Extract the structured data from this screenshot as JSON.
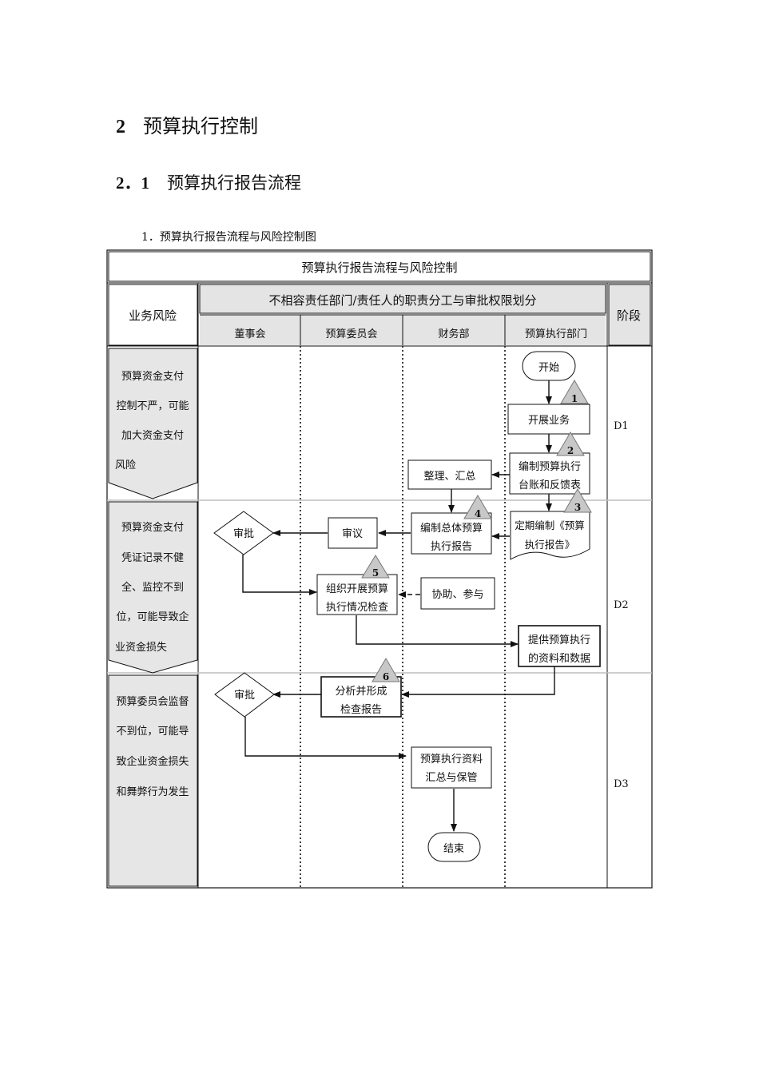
{
  "headings": {
    "section_num": "2",
    "section_title": "预算执行控制",
    "subsection_num": "2．1",
    "subsection_title": "预算执行报告流程",
    "figure_caption": "1．预算执行报告流程与风险控制图"
  },
  "table": {
    "title": "预算执行报告流程与风险控制",
    "risk_header": "业务风险",
    "division_header": "不相容责任部门/责任人的职责分工与审批权限划分",
    "stage_header": "阶段",
    "columns": [
      "董事会",
      "预算委员会",
      "财务部",
      "预算执行部门"
    ],
    "risks": [
      [
        "预算资金支付",
        "控制不严，可能",
        "加大资金支付",
        "风险"
      ],
      [
        "预算资金支付",
        "凭证记录不健",
        "全、监控不到",
        "位，可能导致企",
        "业资金损失"
      ],
      [
        "预算委员会监督",
        "不到位，可能导",
        "致企业资金损失",
        "和舞弊行为发生"
      ]
    ],
    "stages": [
      "D1",
      "D2",
      "D3"
    ]
  },
  "flow": {
    "start": "开始",
    "n1": "开展业务",
    "n2": [
      "编制预算执行",
      "台账和反馈表"
    ],
    "collect": "整理、汇总",
    "n3": [
      "定期编制《预算",
      "执行报告》"
    ],
    "n4": [
      "编制总体预算",
      "执行报告"
    ],
    "review": "审议",
    "approve1": "审批",
    "n5": [
      "组织开展预算",
      "执行情况检查"
    ],
    "assist": "协助、参与",
    "provide": [
      "提供预算执行",
      "的资料和数据"
    ],
    "n6": [
      "分析并形成",
      "检查报告"
    ],
    "approve2": "审批",
    "archive": [
      "预算执行资料",
      "汇总与保管"
    ],
    "end": "结束",
    "markers": [
      "1",
      "2",
      "3",
      "4",
      "5",
      "6"
    ]
  }
}
